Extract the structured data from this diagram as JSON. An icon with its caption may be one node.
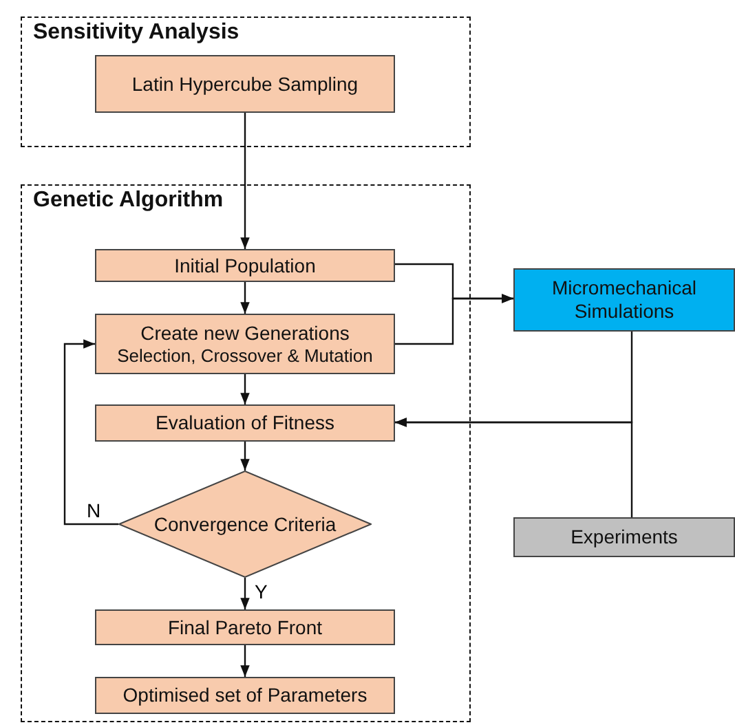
{
  "diagram": {
    "nodes": [
      {
        "text": [
          "Sensitivity Analysis"
        ]
      },
      {
        "text": [
          "Latin Hypercube Sampling"
        ],
        "in": 0
      },
      {
        "text": [
          "Genetic Algorithm"
        ]
      },
      {
        "text": [
          "Initial Population"
        ],
        "in": 2
      },
      {
        "text": [
          "Create new Generations",
          "Selection, Crossover & Mutation"
        ],
        "in": 2
      },
      {
        "text": [
          "Evaluation of Fitness"
        ],
        "in": 2
      },
      {
        "text": [
          "Convergence Criteria"
        ],
        "in": 2
      },
      {
        "text": [
          "Final Pareto Front"
        ],
        "in": 2
      },
      {
        "text": [
          "Optimised set of Parameters"
        ],
        "in": 2
      },
      {
        "text": [
          "Micromechanical Simulations"
        ]
      },
      {
        "text": [
          "Experiments"
        ]
      }
    ],
    "edges": [
      {
        "from": 1,
        "to": 3,
        "arrow": "to"
      },
      {
        "from": 3,
        "to": 4,
        "arrow": "to"
      },
      {
        "from": 3,
        "to": 9,
        "arrow": "to"
      },
      {
        "from": 4,
        "to": 9,
        "arrow": "to"
      },
      {
        "from": 4,
        "to": 5,
        "arrow": "to"
      },
      {
        "from": 9,
        "to": 5,
        "arrow": "to"
      },
      {
        "from": 10,
        "to": 5,
        "arrow": "to"
      },
      {
        "from": 5,
        "to": 6,
        "arrow": "to"
      },
      {
        "from": 6,
        "to": 4,
        "arrow": "to",
        "label": "N"
      },
      {
        "from": 6,
        "to": 7,
        "arrow": "to",
        "label": "Y"
      },
      {
        "from": 7,
        "to": 8,
        "arrow": "to"
      }
    ]
  }
}
